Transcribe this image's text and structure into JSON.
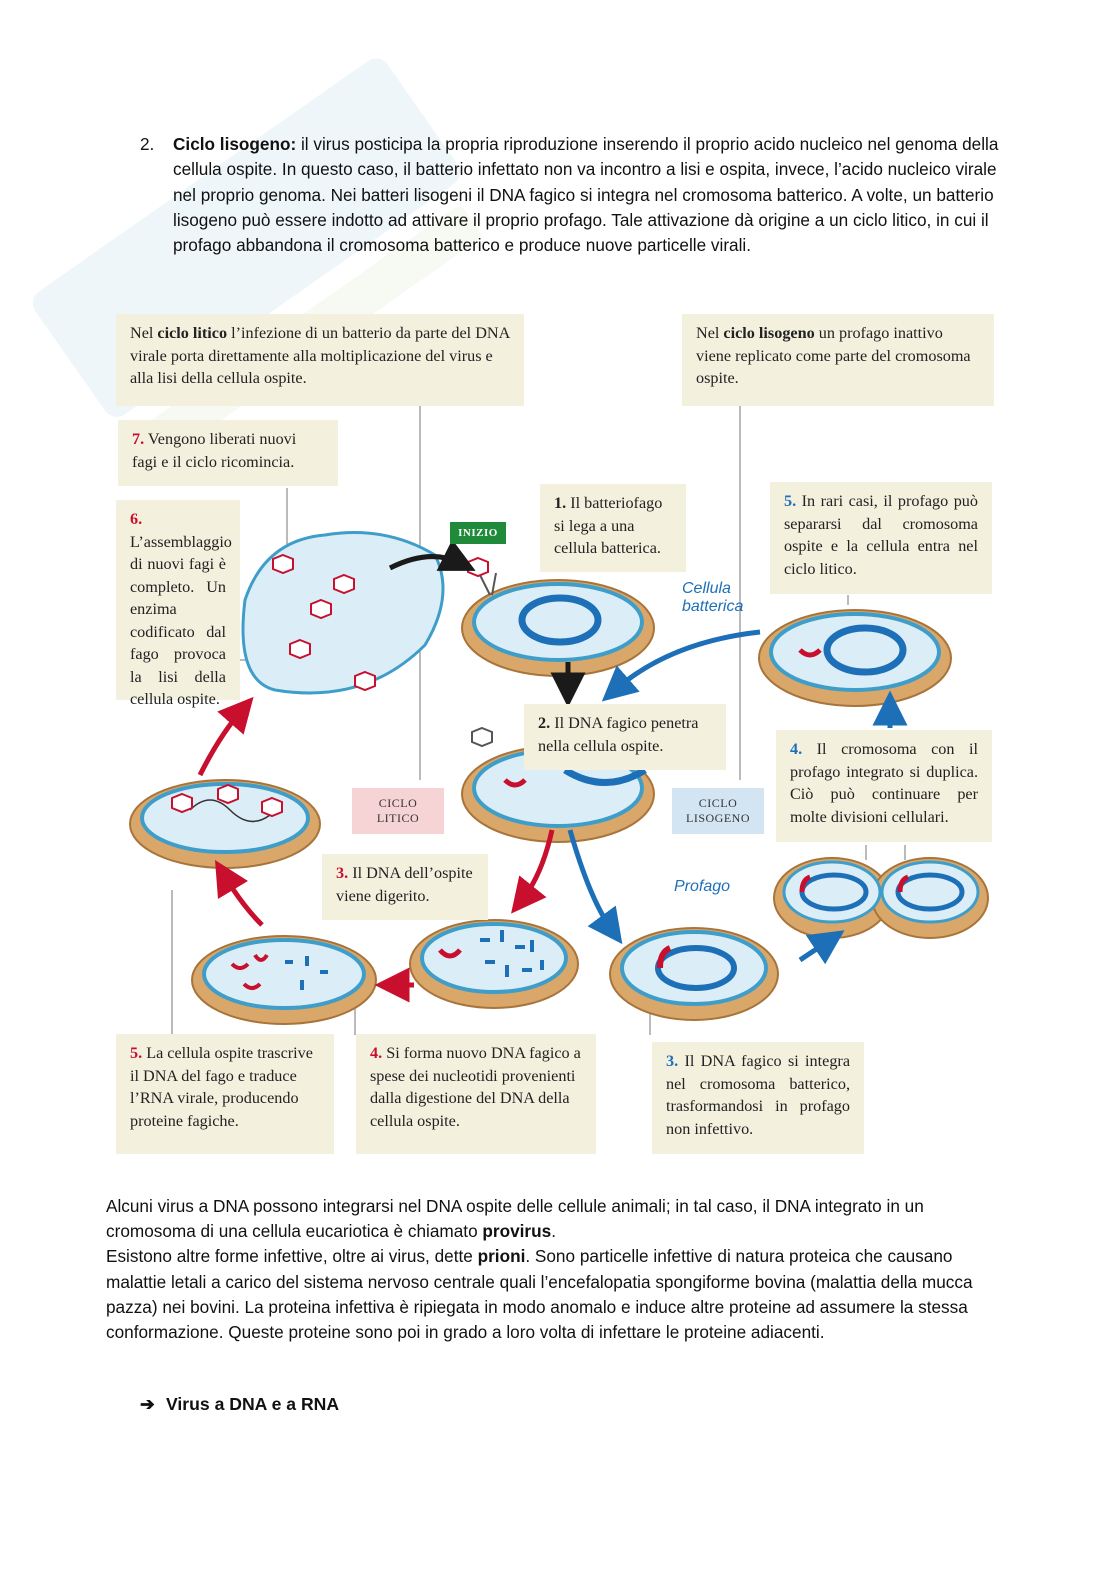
{
  "list_item": {
    "number": "2.",
    "title": "Ciclo lisogeno:",
    "text": " il virus posticipa la propria riproduzione inserendo il proprio acido nucleico nel genoma della cellula ospite. In questo caso, il batterio infettato non va incontro a lisi e ospita, invece, l’acido nucleico virale nel proprio genoma. Nei batteri lisogeni il DNA fagico si integra nel cromosoma batterico. A volte, un batterio lisogeno può essere indotto ad attivare il proprio profago. Tale attivazione dà origine a un ciclo litico, in cui il profago abbandona il cromosoma batterico e produce nuove particelle virali."
  },
  "figure": {
    "intro_lytic": {
      "pre": "Nel ",
      "bold": "ciclo litico",
      "post": " l’infezione di un batterio da parte del DNA virale porta direttamente alla moltiplicazione del virus e alla lisi della cellula ospite."
    },
    "intro_lysogenic": {
      "pre": "Nel ",
      "bold": "ciclo lisogeno",
      "post": " un profago inattivo viene replicato come parte del cromosoma ospite."
    },
    "lytic_steps": [
      {
        "num": "7.",
        "text": " Vengono liberati nuovi fagi e il ciclo ricomincia."
      },
      {
        "num": "6.",
        "text": " L’assemblaggio di nuovi fagi è completo. Un enzima codificato dal fago provoca la lisi della cellula ospite."
      },
      {
        "num": "1.",
        "text": " Il batteriofago si lega a una cellula batterica."
      },
      {
        "num": "2.",
        "text": " Il DNA fagico penetra nella cellula ospite."
      },
      {
        "num": "3.",
        "text": " Il DNA dell’ospite viene digerito."
      },
      {
        "num": "4.",
        "text": " Si forma nuovo DNA fagico a spese dei nucleotidi provenienti dalla digestione del DNA della cellula ospite."
      },
      {
        "num": "5.",
        "text": " La cellula ospite trascrive il DNA del fago e traduce l’RNA virale, producendo proteine fagiche."
      }
    ],
    "lysogenic_steps": [
      {
        "num": "3.",
        "text": " Il DNA fagico si integra nel cromosoma batterico, trasformandosi in profago non infettivo."
      },
      {
        "num": "4.",
        "text": " Il cromosoma con il profago integrato si duplica. Ciò può continuare per molte divisioni cellulari."
      },
      {
        "num": "5.",
        "text": " In rari casi, il profago può separarsi dal cromosoma ospite e la cellula entra nel ciclo litico."
      }
    ],
    "start_label": "INIZIO",
    "lytic_tag": [
      "CICLO",
      "LITICO"
    ],
    "lysogenic_tag": [
      "CICLO",
      "LISOGENO"
    ],
    "cell_label": [
      "Cellula",
      "batterica"
    ],
    "prophage_label": "Profago",
    "colors": {
      "lytic": "#c8102e",
      "lysogenic": "#1d6fb8",
      "caption_bg": "#f4f0de",
      "lytic_tag_bg": "#f6d3d4",
      "lysogenic_tag_bg": "#d3e4f3",
      "start_bg": "#1f8a3a"
    }
  },
  "paragraph": {
    "t1": "Alcuni virus a DNA possono integrarsi nel DNA ospite delle cellule animali; in tal caso, il DNA integrato in un cromosoma di una cellula eucariotica è chiamato ",
    "b1": "provirus",
    "t2": ".",
    "t3": "Esistono altre forme infettive, oltre ai virus, dette ",
    "b2": "prioni",
    "t4": ". Sono particelle infettive di natura proteica che causano malattie letali a carico del sistema nervoso centrale quali l’encefalopatia spongiforme bovina (malattia della mucca pazza) nei bovini. La proteina infettiva è ripiegata in modo anomalo e induce altre proteine ad assumere la stessa conformazione. Queste proteine sono poi in grado a loro volta di infettare le proteine adiacenti."
  },
  "subheading": {
    "arrow": "➔",
    "text": "Virus a DNA e a RNA"
  }
}
